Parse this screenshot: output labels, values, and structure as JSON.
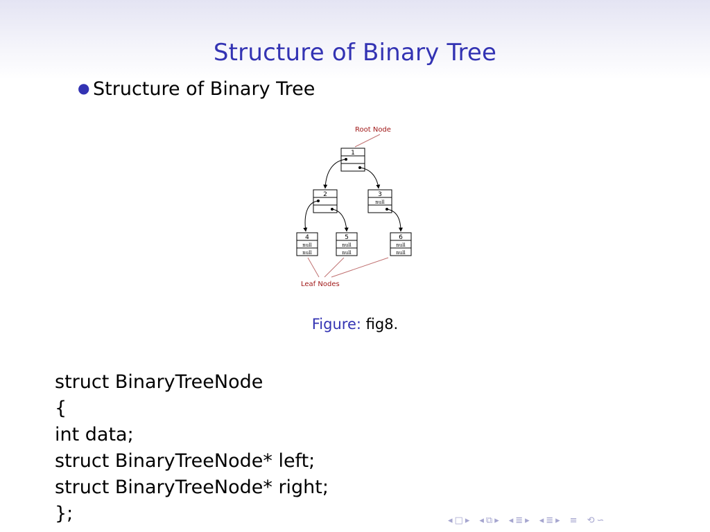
{
  "slide": {
    "title": "Structure of Binary Tree",
    "bullet": "Structure of Binary Tree",
    "caption_label": "Figure:",
    "caption_text": "fig8."
  },
  "figure": {
    "root_label": "Root Node",
    "leaf_label": "Leaf Nodes",
    "nodes": [
      {
        "id": "1",
        "left": "•",
        "right": "•"
      },
      {
        "id": "2",
        "left": "•",
        "right": "•"
      },
      {
        "id": "3",
        "left": "null",
        "right": "•"
      },
      {
        "id": "4",
        "left": "null",
        "right": "null"
      },
      {
        "id": "5",
        "left": "null",
        "right": "null"
      },
      {
        "id": "6",
        "left": "null",
        "right": "null"
      }
    ]
  },
  "code": {
    "lines": [
      "struct BinaryTreeNode",
      "{",
      "int data;",
      "struct BinaryTreeNode* left;",
      "struct BinaryTreeNode* right;",
      "};"
    ]
  },
  "navigation": {
    "icons": [
      "frame-prev-icon",
      "frame-icon",
      "frame-next-icon",
      "subsection-prev-icon",
      "subsection-icon",
      "subsection-next-icon",
      "section-prev-icon",
      "section-icon",
      "section-next-icon",
      "subsubsection-prev-icon",
      "subsubsection-icon",
      "subsubsection-next-icon",
      "align-icon",
      "search-icon",
      "back-forward-icon"
    ],
    "color": "#a5a5cf"
  },
  "colors": {
    "title": "#3333b3",
    "annotation": "#a01818"
  }
}
